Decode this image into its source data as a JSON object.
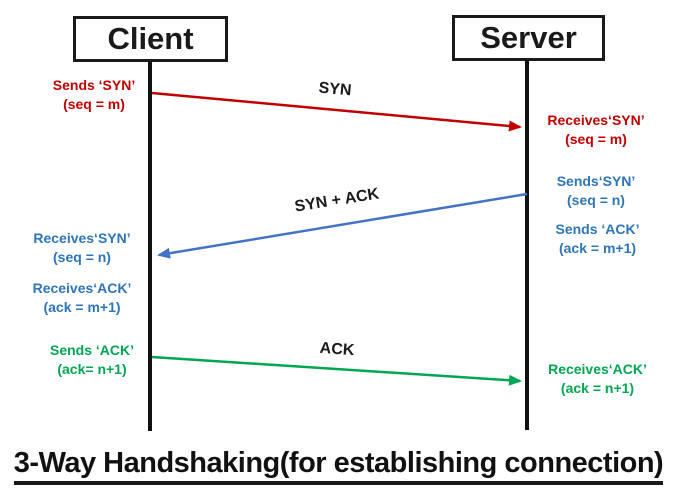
{
  "title": "3-Way Handshaking(for establishing connection)",
  "actors": [
    {
      "name": "Client"
    },
    {
      "name": "Server"
    }
  ],
  "colors": {
    "red": "#C00000",
    "blueText": "#2E75B6",
    "blueLine": "#4472C4",
    "green": "#00A651",
    "black": "#1A1A1A"
  },
  "messages": [
    {
      "label": "SYN",
      "from": "Client",
      "to": "Server"
    },
    {
      "label": "SYN + ACK",
      "from": "Server",
      "to": "Client"
    },
    {
      "label": "ACK",
      "from": "Client",
      "to": "Server"
    }
  ],
  "annotations": [
    {
      "id": "client-sends-syn",
      "line1": "Sends ‘SYN’",
      "line2": "(seq = m)"
    },
    {
      "id": "server-receives-syn",
      "line1": "Receives‘SYN’",
      "line2": "(seq = m)"
    },
    {
      "id": "server-sends-syn",
      "line1": "Sends‘SYN’",
      "line2": "(seq = n)"
    },
    {
      "id": "client-receives-syn",
      "line1": "Receives‘SYN’",
      "line2": "(seq = n)"
    },
    {
      "id": "client-receives-ack",
      "line1": "Receives‘ACK’",
      "line2": "(ack = m+1)"
    },
    {
      "id": "server-sends-ack",
      "line1": "Sends ‘ACK’",
      "line2": "(ack = m+1)"
    },
    {
      "id": "client-sends-ack",
      "line1": "Sends ‘ACK’",
      "line2": "(ack= n+1)"
    },
    {
      "id": "server-receives-ack",
      "line1": "Receives‘ACK’",
      "line2": "(ack = n+1)"
    }
  ]
}
